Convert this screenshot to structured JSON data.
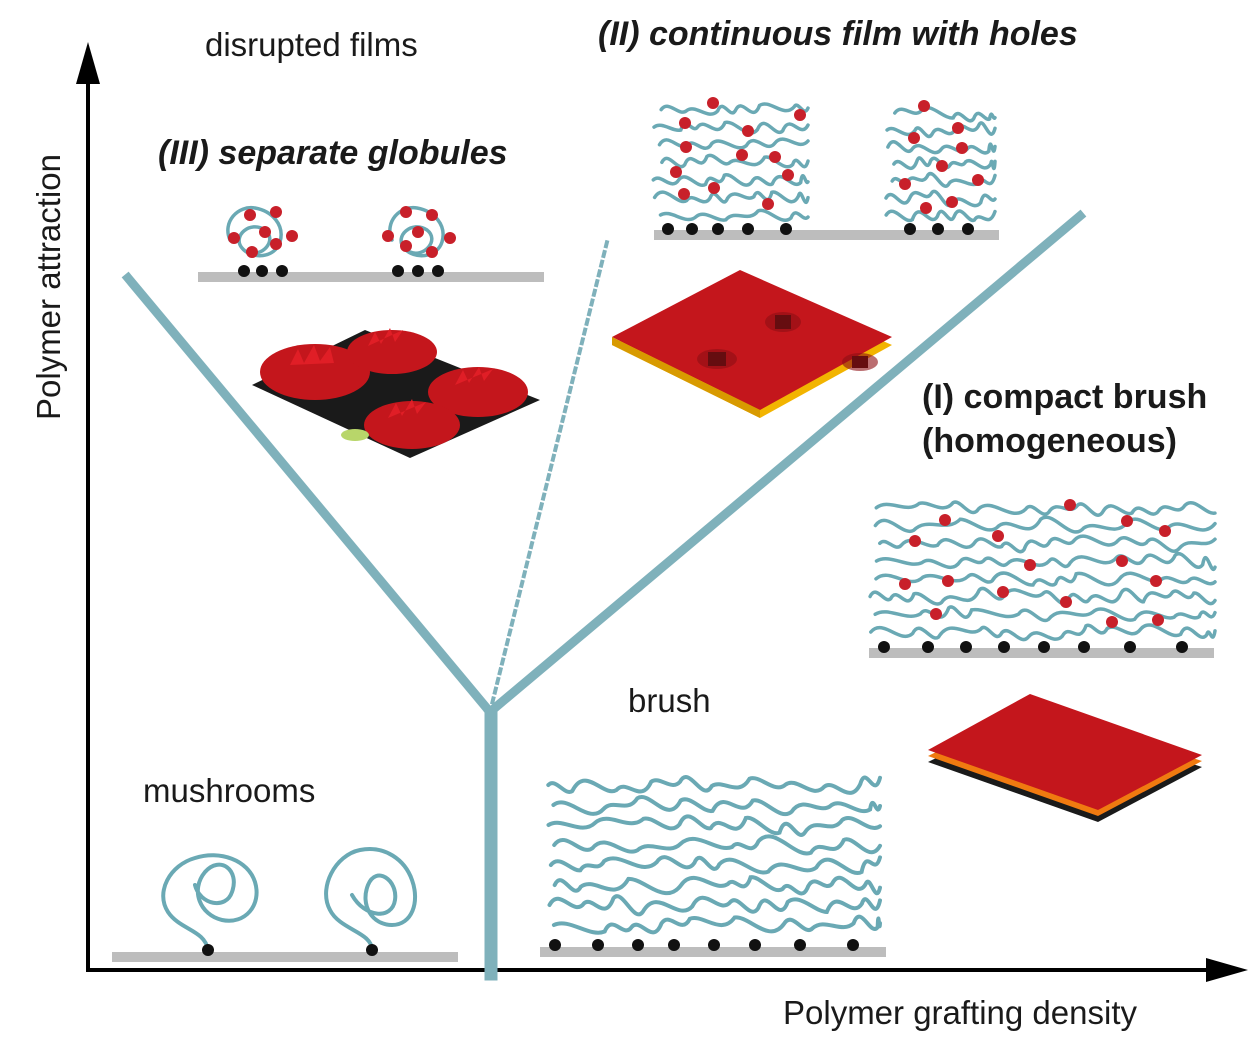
{
  "axes": {
    "x_label": "Polymer grafting density",
    "y_label": "Polymer attraction"
  },
  "regions": {
    "disrupted": "disrupted films",
    "separate_globules": "(III) separate globules",
    "continuous_film": "(II) continuous film with holes",
    "compact_brush_line1": "(I) compact brush",
    "compact_brush_line2": "(homogeneous)",
    "brush": "brush",
    "mushrooms": "mushrooms"
  },
  "colors": {
    "boundary": "#7fb1bb",
    "chain": "#6aa9b4",
    "monomer": "#c8202a",
    "anchor": "#111111",
    "substrate": "#bdbdbd",
    "film": "#c4161c",
    "film_edge": "#f2b400"
  }
}
